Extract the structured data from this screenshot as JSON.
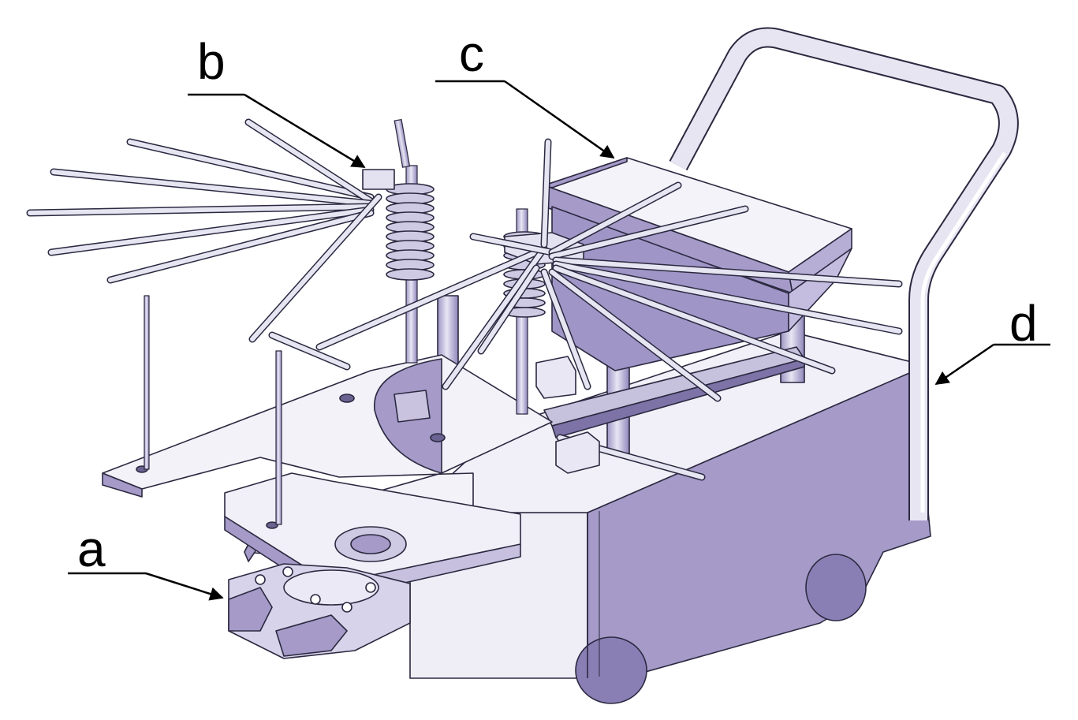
{
  "figure": {
    "labels": {
      "a": "a",
      "b": "b",
      "c": "c",
      "d": "d"
    },
    "colors": {
      "side_face": "#a59ac8",
      "top_face": "#f1f0f8",
      "front_face": "#efeef7",
      "dark_face": "#8a7fb5",
      "rod": "#dcdbe8",
      "edge": "#2b2940",
      "arrow": "#000000"
    }
  }
}
